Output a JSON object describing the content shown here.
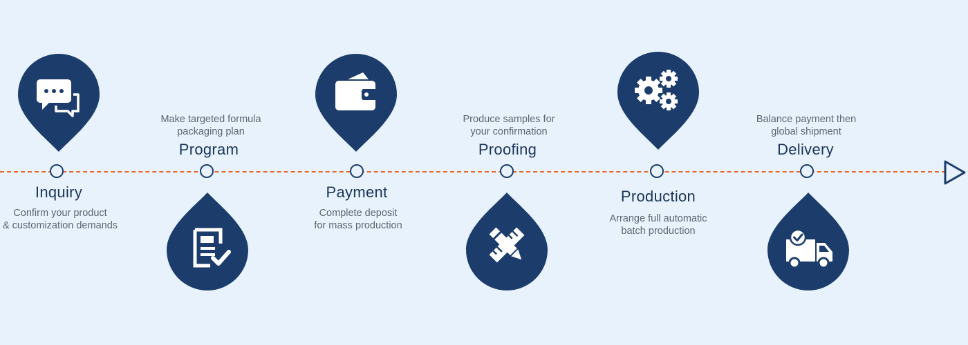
{
  "colors": {
    "accent": "#e2692a",
    "brand": "#1c3d6b",
    "background": "#e8f2fc"
  },
  "steps": [
    {
      "title": "Inquiry",
      "desc1": "Confirm your product",
      "desc2": "& customization demands",
      "icon": "chat-bubbles-icon"
    },
    {
      "title": "Program",
      "desc1": "Make targeted formula",
      "desc2": "packaging plan",
      "icon": "document-check-icon"
    },
    {
      "title": "Payment",
      "desc1": "Complete deposit",
      "desc2": "for mass production",
      "icon": "wallet-icon"
    },
    {
      "title": "Proofing",
      "desc1": "Produce samples for",
      "desc2": "your confirmation",
      "icon": "ruler-pencil-icon"
    },
    {
      "title": "Production",
      "desc1": "Arrange full automatic",
      "desc2": "batch production",
      "icon": "gears-icon"
    },
    {
      "title": "Delivery",
      "desc1": "Balance payment then",
      "desc2": "global shipment",
      "icon": "delivery-truck-icon"
    }
  ]
}
